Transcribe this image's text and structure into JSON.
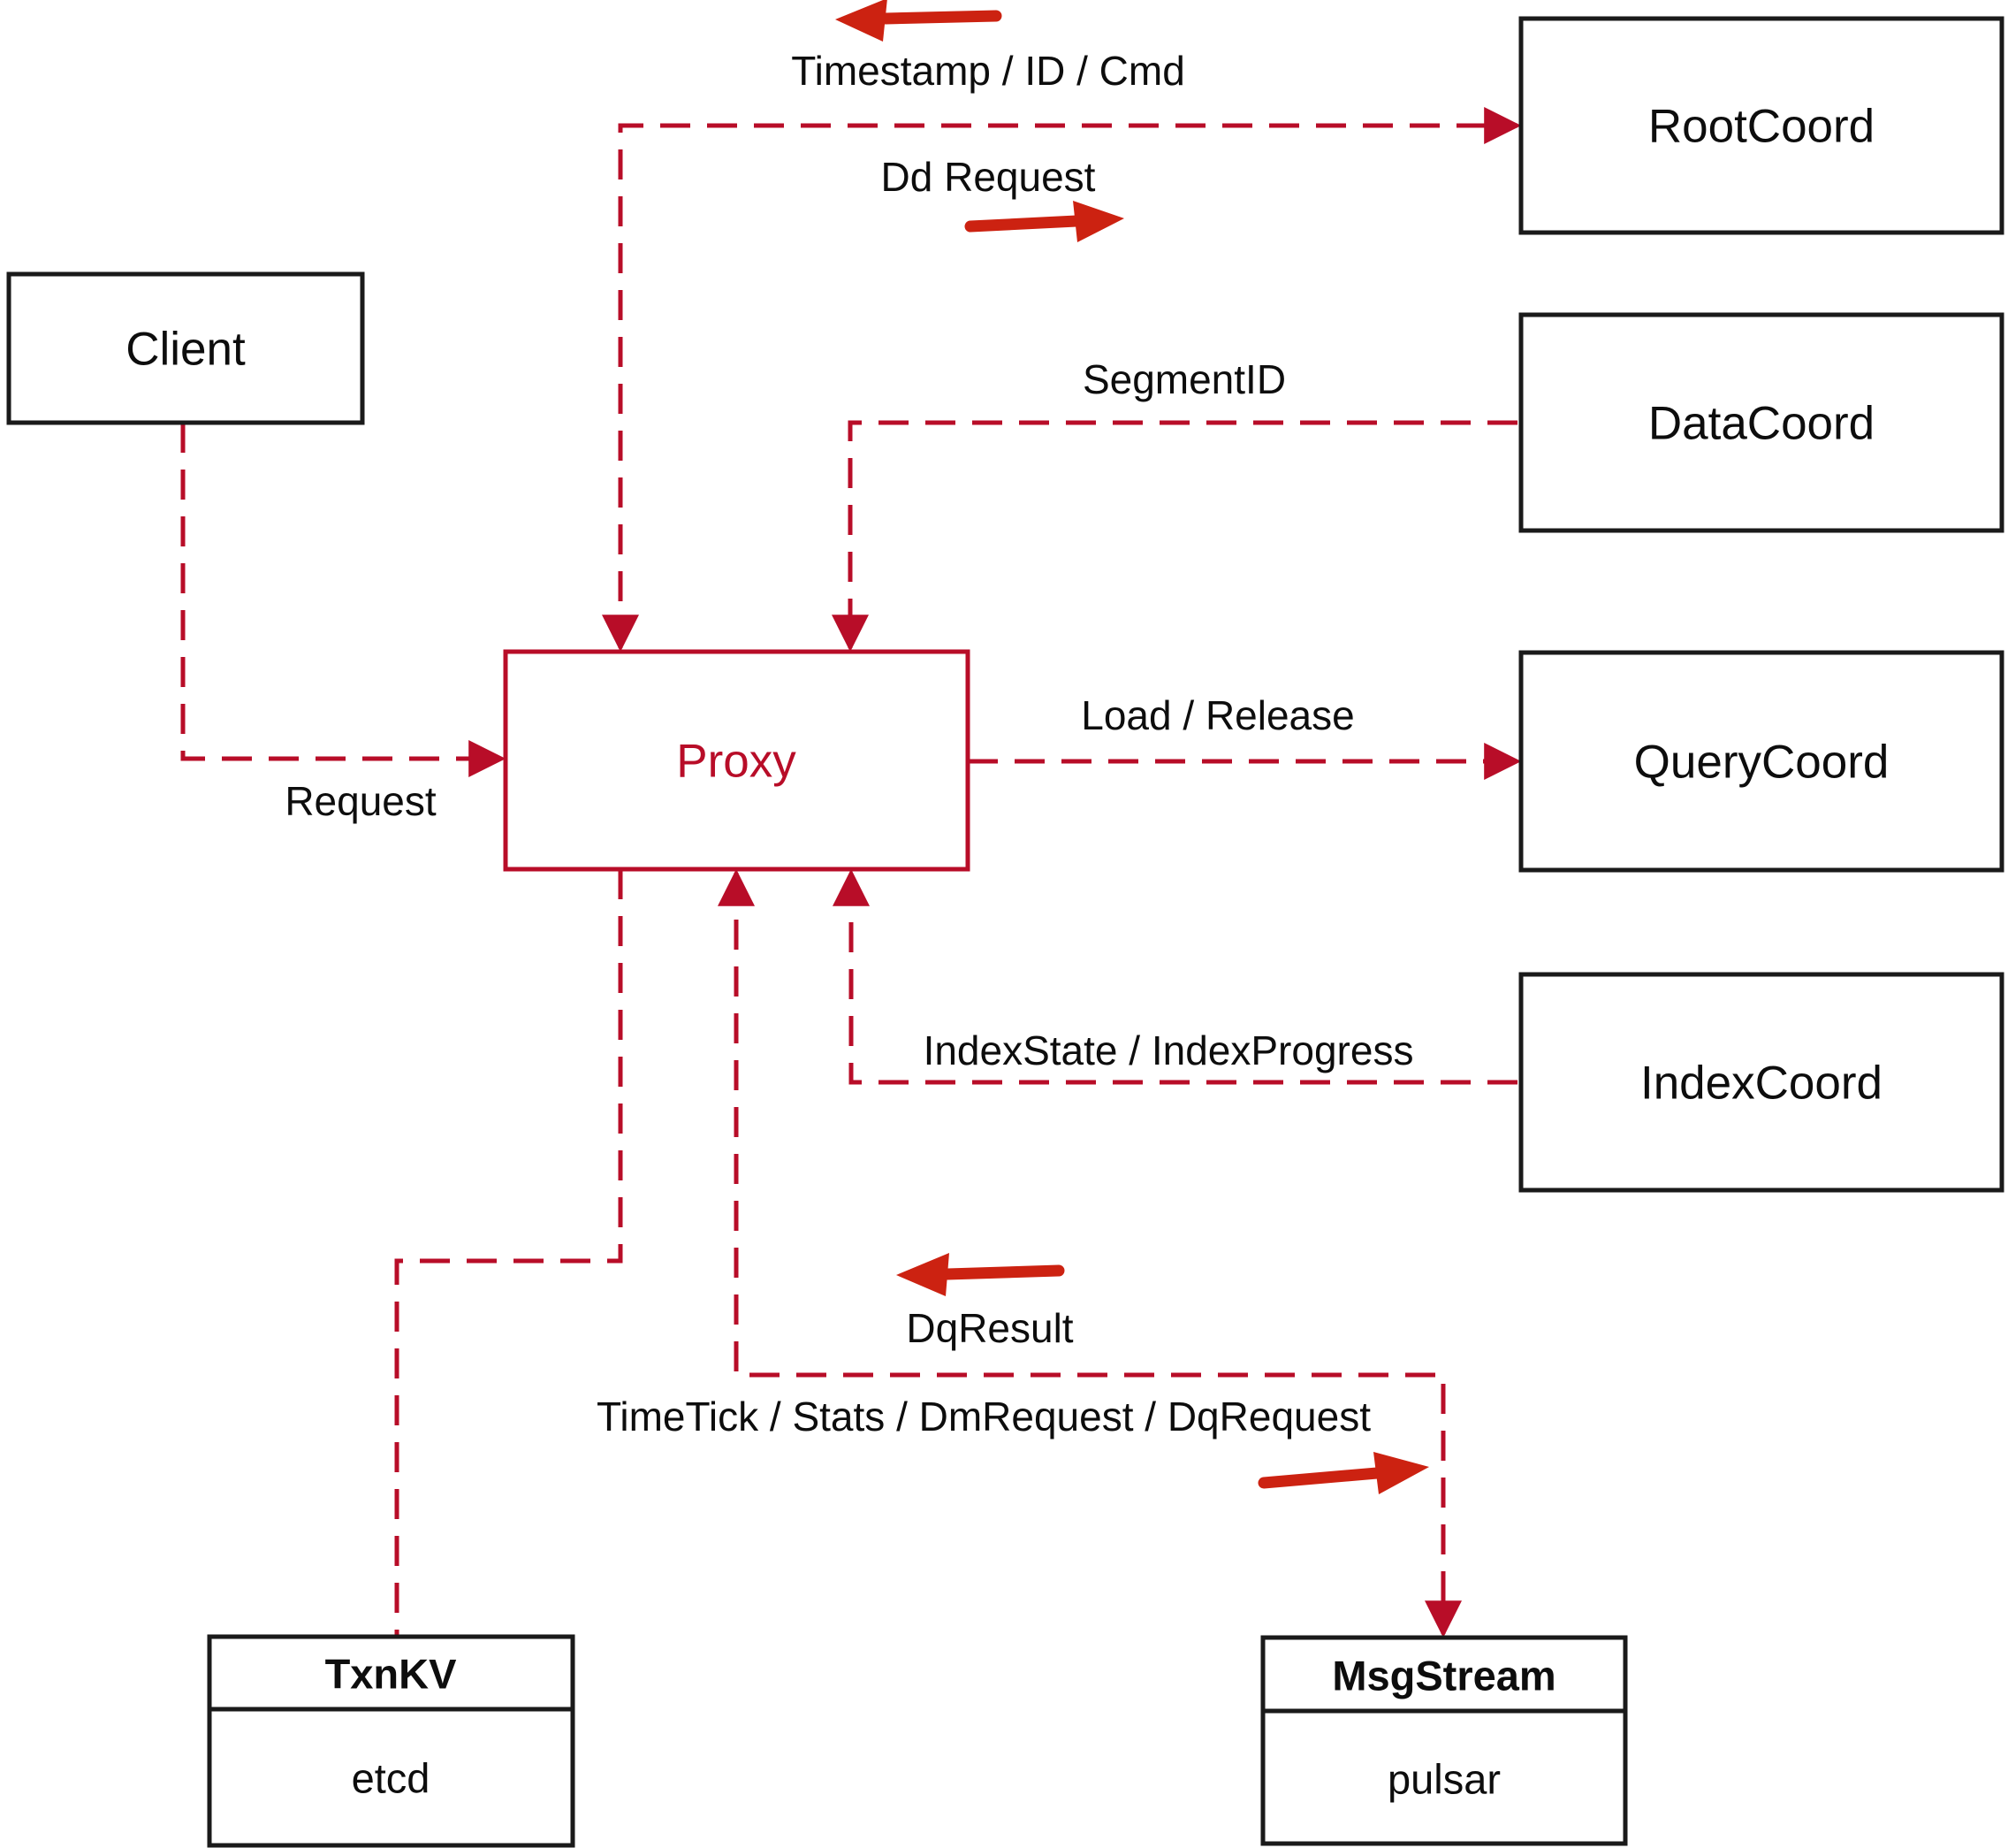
{
  "diagram": {
    "nodes": {
      "client": {
        "label": "Client"
      },
      "proxy": {
        "label": "Proxy"
      },
      "rootcoord": {
        "label": "RootCoord"
      },
      "datacoord": {
        "label": "DataCoord"
      },
      "querycoord": {
        "label": "QueryCoord"
      },
      "indexcoord": {
        "label": "IndexCoord"
      },
      "txnkv": {
        "title": "TxnKV",
        "subtitle": "etcd"
      },
      "msgstream": {
        "title": "MsgStream",
        "subtitle": "pulsar"
      }
    },
    "edge_labels": {
      "timestamp": "Timestamp / ID / Cmd",
      "dd_request": "Dd Request",
      "segment_id": "SegmentID",
      "load_release": "Load / Release",
      "index_state": "IndexState / IndexProgress",
      "request": "Request",
      "dq_result": "DqResult",
      "time_tick": "TimeTick / Stats / DmRequest / DqRequest"
    },
    "edges": [
      {
        "from": "client",
        "to": "proxy",
        "label": "Request",
        "style": "dashed-arrow"
      },
      {
        "from": "proxy",
        "to": "rootcoord",
        "label": "Dd Request",
        "style": "dashed-arrow-both"
      },
      {
        "from": "rootcoord",
        "to": "proxy",
        "label": "Timestamp / ID / Cmd",
        "style": "dashed-arrow-both"
      },
      {
        "from": "datacoord",
        "to": "proxy",
        "label": "SegmentID",
        "style": "dashed-arrow"
      },
      {
        "from": "proxy",
        "to": "querycoord",
        "label": "Load / Release",
        "style": "dashed-arrow"
      },
      {
        "from": "indexcoord",
        "to": "proxy",
        "label": "IndexState / IndexProgress",
        "style": "dashed-arrow"
      },
      {
        "from": "proxy",
        "to": "txnkv",
        "label": "",
        "style": "dashed"
      },
      {
        "from": "proxy",
        "to": "msgstream",
        "label": "TimeTick / Stats / DmRequest / DqRequest",
        "style": "dashed-arrow-both"
      },
      {
        "from": "msgstream",
        "to": "proxy",
        "label": "DqResult",
        "style": "dashed-arrow-both"
      }
    ],
    "colors": {
      "line": "#b80d28",
      "solid_arrow": "#cc2211",
      "box_border": "#1a1a1a",
      "text": "#0d0d0d",
      "background": "#ffffff"
    }
  }
}
